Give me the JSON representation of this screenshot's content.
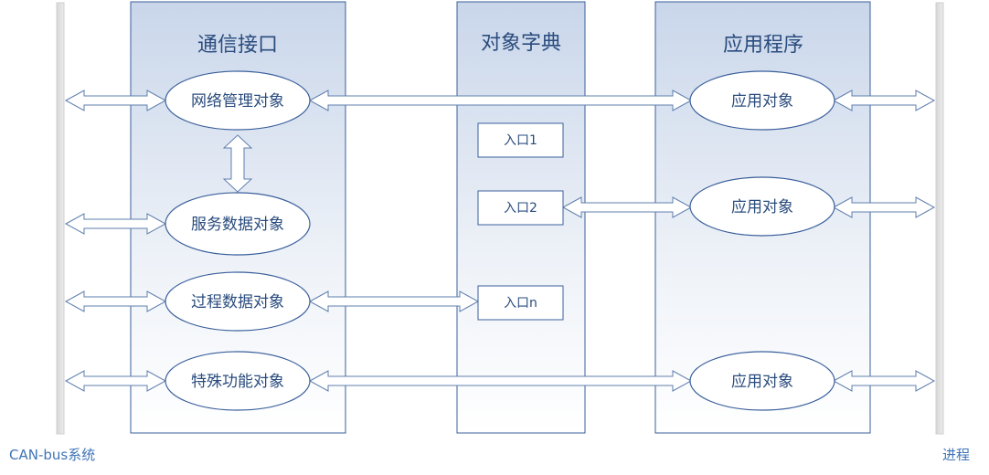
{
  "columns": {
    "comm": {
      "title": "通信接口"
    },
    "dict": {
      "title": "对象字典"
    },
    "app": {
      "title": "应用程序"
    }
  },
  "comm_objects": [
    "网络管理对象",
    "服务数据对象",
    "过程数据对象",
    "特殊功能对象"
  ],
  "dict_entries": [
    "入口1",
    "入口2",
    "入口n"
  ],
  "app_objects": [
    "应用对象",
    "应用对象",
    "应用对象"
  ],
  "bus": {
    "left_label": "CAN-bus系统",
    "right_label": "进程"
  },
  "colors": {
    "border": "#3a5f9b",
    "text": "#2a4c7e",
    "bus_text": "#3f74b6",
    "arrow_fill": "#ffffff",
    "arrow_stroke": "#5f7fae",
    "bar": "#e3e3e3"
  }
}
